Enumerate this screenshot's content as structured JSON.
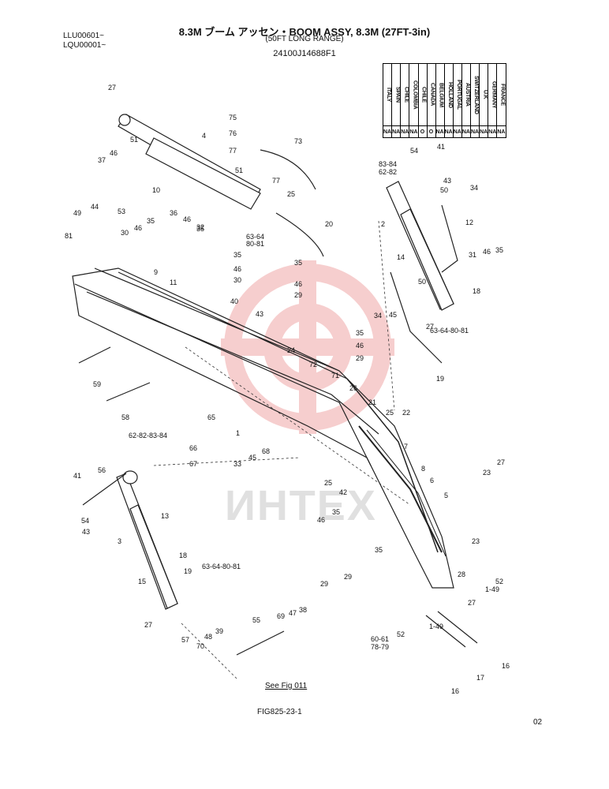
{
  "header": {
    "title": "8.3M ブーム アッセン・BOOM ASSY, 8.3M (27FT-3in)",
    "subtitle": "(50FT LONG RANGE)",
    "part_number": "24100J14688F1",
    "serials": [
      "LLU00601~",
      "LQU00001~"
    ]
  },
  "country_table": {
    "countries": [
      "ITALY",
      "SPAIN",
      "CHILE",
      "COLOMBIA",
      "CHILE",
      "CANADA",
      "BELGIUM",
      "HOLLAND",
      "PORTUGAL",
      "AUSTRIA",
      "SWITZERLAND",
      "U.K",
      "GERMANY",
      "FRANCE"
    ],
    "values": [
      "NA",
      "NA",
      "NA",
      "NA",
      "O",
      "O",
      "NA",
      "NA",
      "NA",
      "NA",
      "NA",
      "NA",
      "NA",
      "NA"
    ]
  },
  "watermark": "ИНТЕХ",
  "see_fig": "See Fig 011",
  "figure_id": "FIG825-23-1",
  "page_number": "02",
  "callouts": [
    {
      "id": "c1",
      "text": "27"
    },
    {
      "id": "c2",
      "text": "75"
    },
    {
      "id": "c3",
      "text": "76"
    },
    {
      "id": "c4",
      "text": "77"
    },
    {
      "id": "c5",
      "text": "73"
    },
    {
      "id": "c6",
      "text": "4"
    },
    {
      "id": "c7",
      "text": "51"
    },
    {
      "id": "c8",
      "text": "46"
    },
    {
      "id": "c9",
      "text": "37"
    },
    {
      "id": "c10",
      "text": "51"
    },
    {
      "id": "c11",
      "text": "77"
    },
    {
      "id": "c12",
      "text": "10"
    },
    {
      "id": "c13",
      "text": "25"
    },
    {
      "id": "c14",
      "text": "44"
    },
    {
      "id": "c15",
      "text": "53"
    },
    {
      "id": "c16",
      "text": "49"
    },
    {
      "id": "c17",
      "text": "36"
    },
    {
      "id": "c18",
      "text": "35"
    },
    {
      "id": "c19",
      "text": "46"
    },
    {
      "id": "c20",
      "text": "35"
    },
    {
      "id": "c21",
      "text": "32"
    },
    {
      "id": "c22",
      "text": "20"
    },
    {
      "id": "c23",
      "text": "81"
    },
    {
      "id": "c24",
      "text": "30"
    },
    {
      "id": "c25",
      "text": "46"
    },
    {
      "id": "c26",
      "text": "63-64"
    },
    {
      "id": "c27",
      "text": "80-81"
    },
    {
      "id": "c28",
      "text": "35"
    },
    {
      "id": "c29",
      "text": "9"
    },
    {
      "id": "c30",
      "text": "11"
    },
    {
      "id": "c31",
      "text": "46"
    },
    {
      "id": "c32",
      "text": "30"
    },
    {
      "id": "c33",
      "text": "35"
    },
    {
      "id": "c34",
      "text": "46"
    },
    {
      "id": "c35",
      "text": "29"
    },
    {
      "id": "c36",
      "text": "40"
    },
    {
      "id": "c37",
      "text": "43"
    },
    {
      "id": "c38",
      "text": "54"
    },
    {
      "id": "c39",
      "text": "41"
    },
    {
      "id": "c40",
      "text": "83-84"
    },
    {
      "id": "c41",
      "text": "62-82"
    },
    {
      "id": "c42",
      "text": "43"
    },
    {
      "id": "c43",
      "text": "50"
    },
    {
      "id": "c44",
      "text": "34"
    },
    {
      "id": "c45",
      "text": "2"
    },
    {
      "id": "c46",
      "text": "12"
    },
    {
      "id": "c47",
      "text": "14"
    },
    {
      "id": "c48",
      "text": "31"
    },
    {
      "id": "c49",
      "text": "46"
    },
    {
      "id": "c50",
      "text": "35"
    },
    {
      "id": "c51",
      "text": "50"
    },
    {
      "id": "c52",
      "text": "18"
    },
    {
      "id": "c53",
      "text": "34"
    },
    {
      "id": "c54",
      "text": "45"
    },
    {
      "id": "c55",
      "text": "27"
    },
    {
      "id": "c56",
      "text": "63-64-80-81"
    },
    {
      "id": "c57",
      "text": "35"
    },
    {
      "id": "c58",
      "text": "46"
    },
    {
      "id": "c59",
      "text": "29"
    },
    {
      "id": "c60",
      "text": "24"
    },
    {
      "id": "c61",
      "text": "72"
    },
    {
      "id": "c62",
      "text": "71"
    },
    {
      "id": "c63",
      "text": "19"
    },
    {
      "id": "c64",
      "text": "59"
    },
    {
      "id": "c65",
      "text": "26"
    },
    {
      "id": "c66",
      "text": "21"
    },
    {
      "id": "c67",
      "text": "58"
    },
    {
      "id": "c68",
      "text": "65"
    },
    {
      "id": "c69",
      "text": "1"
    },
    {
      "id": "c70",
      "text": "25"
    },
    {
      "id": "c71",
      "text": "22"
    },
    {
      "id": "c72",
      "text": "62-82-83-84"
    },
    {
      "id": "c73",
      "text": "66"
    },
    {
      "id": "c74",
      "text": "67"
    },
    {
      "id": "c75",
      "text": "7"
    },
    {
      "id": "c76",
      "text": "68"
    },
    {
      "id": "c77",
      "text": "45"
    },
    {
      "id": "c78",
      "text": "33"
    },
    {
      "id": "c79",
      "text": "8"
    },
    {
      "id": "c80",
      "text": "27"
    },
    {
      "id": "c81",
      "text": "23"
    },
    {
      "id": "c82",
      "text": "41"
    },
    {
      "id": "c83",
      "text": "56"
    },
    {
      "id": "c84",
      "text": "25"
    },
    {
      "id": "c85",
      "text": "42"
    },
    {
      "id": "c86",
      "text": "6"
    },
    {
      "id": "c87",
      "text": "5"
    },
    {
      "id": "c88",
      "text": "13"
    },
    {
      "id": "c89",
      "text": "54"
    },
    {
      "id": "c90",
      "text": "43"
    },
    {
      "id": "c91",
      "text": "46"
    },
    {
      "id": "c92",
      "text": "35"
    },
    {
      "id": "c93",
      "text": "3"
    },
    {
      "id": "c94",
      "text": "35"
    },
    {
      "id": "c95",
      "text": "23"
    },
    {
      "id": "c96",
      "text": "18"
    },
    {
      "id": "c97",
      "text": "19"
    },
    {
      "id": "c98",
      "text": "63-64-80-81"
    },
    {
      "id": "c99",
      "text": "15"
    },
    {
      "id": "c100",
      "text": "29"
    },
    {
      "id": "c101",
      "text": "29"
    },
    {
      "id": "c102",
      "text": "28"
    },
    {
      "id": "c103",
      "text": "52"
    },
    {
      "id": "c104",
      "text": "1-49"
    },
    {
      "id": "c105",
      "text": "27"
    },
    {
      "id": "c106",
      "text": "27"
    },
    {
      "id": "c107",
      "text": "55"
    },
    {
      "id": "c108",
      "text": "69"
    },
    {
      "id": "c109",
      "text": "47"
    },
    {
      "id": "c110",
      "text": "38"
    },
    {
      "id": "c111",
      "text": "52"
    },
    {
      "id": "c112",
      "text": "1-49"
    },
    {
      "id": "c113",
      "text": "57"
    },
    {
      "id": "c114",
      "text": "48"
    },
    {
      "id": "c115",
      "text": "39"
    },
    {
      "id": "c116",
      "text": "70"
    },
    {
      "id": "c117",
      "text": "60-61"
    },
    {
      "id": "c118",
      "text": "78-79"
    },
    {
      "id": "c119",
      "text": "16"
    },
    {
      "id": "c120",
      "text": "17"
    },
    {
      "id": "c121",
      "text": "16"
    }
  ]
}
